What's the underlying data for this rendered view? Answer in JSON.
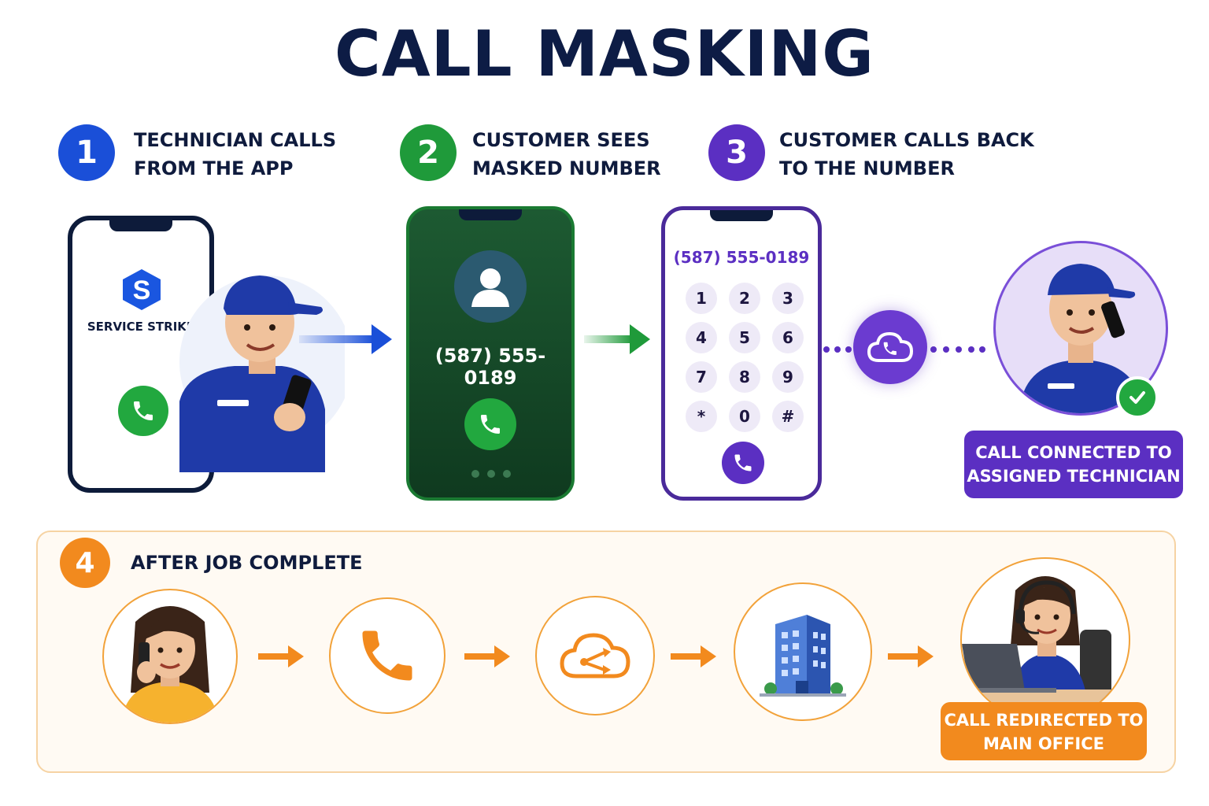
{
  "title": "CALL MASKING",
  "steps": [
    {
      "number": "1",
      "line1": "TECHNICIAN CALLS",
      "line2": "FROM THE APP",
      "color": "#1a4fd8"
    },
    {
      "number": "2",
      "line1": "CUSTOMER SEES",
      "line2": "MASKED NUMBER",
      "color": "#1f9a3a"
    },
    {
      "number": "3",
      "line1": "CUSTOMER CALLS BACK",
      "line2": "TO THE NUMBER",
      "color": "#5b2fc2"
    },
    {
      "number": "4",
      "line1": "AFTER JOB COMPLETE",
      "color": "#f28a1e"
    }
  ],
  "app": {
    "brand": "SERVICE STRIKE"
  },
  "masked_number": "(587) 555-0189",
  "keypad": [
    "1",
    "2",
    "3",
    "4",
    "5",
    "6",
    "7",
    "8",
    "9",
    "*",
    "0",
    "#"
  ],
  "connected_label": {
    "line1": "CALL CONNECTED TO",
    "line2": "ASSIGNED TECHNICIAN"
  },
  "redirect_label": {
    "line1": "CALL REDIRECTED TO",
    "line2": "MAIN OFFICE"
  },
  "icons": {
    "phone": "phone-handset-icon",
    "cloud": "cloud-phone-icon",
    "cloud_route": "cloud-routing-icon",
    "office": "office-building-icon",
    "check": "check-icon",
    "avatar": "contact-avatar-icon"
  },
  "colors": {
    "blue": "#1a4fd8",
    "green": "#1f9a3a",
    "purple": "#5b2fc2",
    "orange": "#f28a1e",
    "navy": "#0d1c45"
  }
}
